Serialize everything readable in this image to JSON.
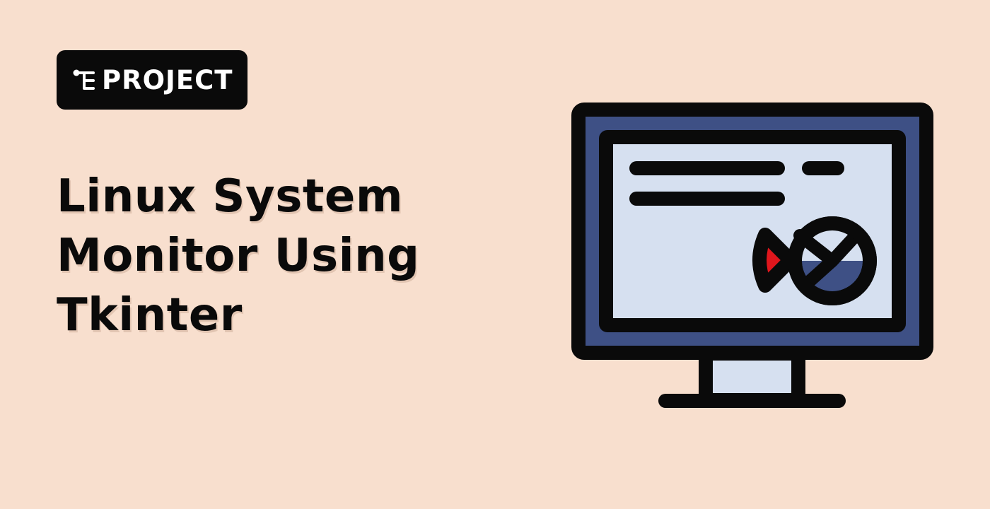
{
  "badge": {
    "label": "PROJECT",
    "icon": "hierarchy-icon"
  },
  "title": {
    "lines": [
      "Linux System",
      "Monitor Using",
      "Tkinter"
    ]
  },
  "illustration": {
    "icon": "monitor-dashboard-icon",
    "colors": {
      "background": "#f8dfce",
      "outline": "#0a0a0a",
      "bezel": "#3e5085",
      "screen": "#d6e0f0",
      "accent_red": "#e0161c",
      "pie_fill": "#3e5085"
    }
  }
}
